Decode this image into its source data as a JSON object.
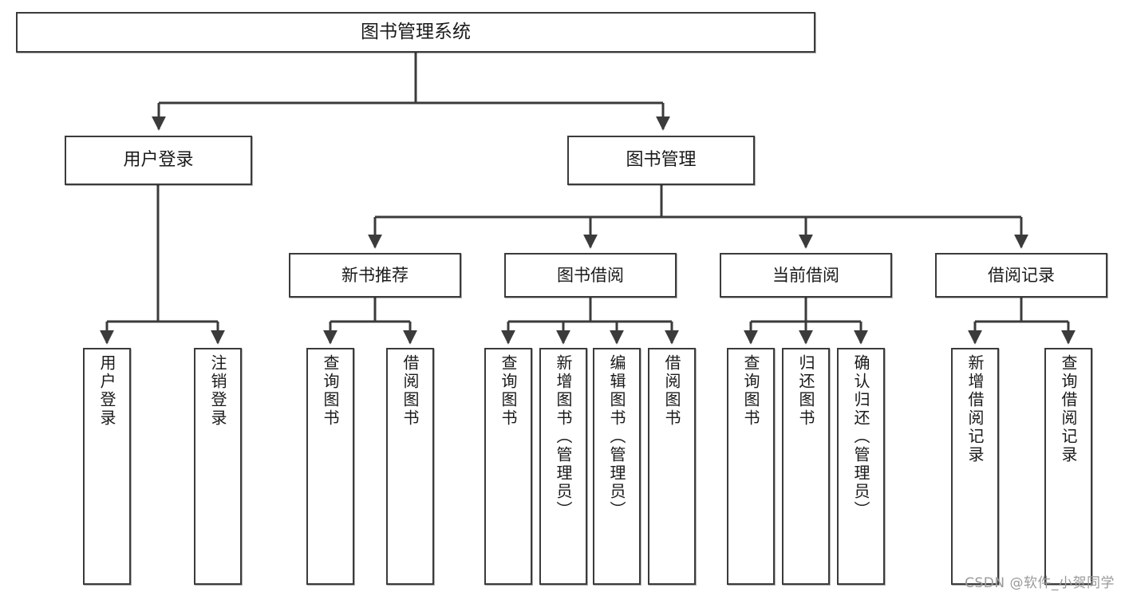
{
  "diagram": {
    "type": "tree-hierarchy",
    "title": "图书管理系统",
    "watermark": "CSDN @软件_小贺同学",
    "colors": {
      "box_border": "#3b3b3b",
      "box_fill": "#ffffff",
      "edge": "#3b3b3b",
      "text": "#1a1a1a",
      "watermark": "#9a9a9a"
    },
    "nodes": {
      "root": {
        "label": "图书管理系统"
      },
      "level2": [
        {
          "id": "user-login",
          "label": "用户登录"
        },
        {
          "id": "book-management",
          "label": "图书管理"
        }
      ],
      "level3": [
        {
          "id": "new-book-recommend",
          "label": "新书推荐"
        },
        {
          "id": "book-borrow",
          "label": "图书借阅"
        },
        {
          "id": "current-borrow",
          "label": "当前借阅"
        },
        {
          "id": "borrow-record",
          "label": "借阅记录"
        }
      ],
      "leaves": [
        {
          "id": "leaf-user-login",
          "label": "用户登录",
          "parent": "user-login"
        },
        {
          "id": "leaf-logout",
          "label": "注销登录",
          "parent": "user-login"
        },
        {
          "id": "leaf-query-book-1",
          "label": "查询图书",
          "parent": "new-book-recommend"
        },
        {
          "id": "leaf-borrow-book-1",
          "label": "借阅图书",
          "parent": "new-book-recommend"
        },
        {
          "id": "leaf-query-book-2",
          "label": "查询图书",
          "parent": "book-borrow"
        },
        {
          "id": "leaf-add-book",
          "label": "新增图书（管理员）",
          "parent": "book-borrow"
        },
        {
          "id": "leaf-edit-book",
          "label": "编辑图书（管理员）",
          "parent": "book-borrow"
        },
        {
          "id": "leaf-borrow-book-2",
          "label": "借阅图书",
          "parent": "book-borrow"
        },
        {
          "id": "leaf-query-book-3",
          "label": "查询图书",
          "parent": "current-borrow"
        },
        {
          "id": "leaf-return-book",
          "label": "归还图书",
          "parent": "current-borrow"
        },
        {
          "id": "leaf-confirm-return",
          "label": "确认归还（管理员）",
          "parent": "current-borrow"
        },
        {
          "id": "leaf-add-record",
          "label": "新增借阅记录",
          "parent": "borrow-record"
        },
        {
          "id": "leaf-query-record",
          "label": "查询借阅记录",
          "parent": "borrow-record"
        }
      ]
    }
  }
}
